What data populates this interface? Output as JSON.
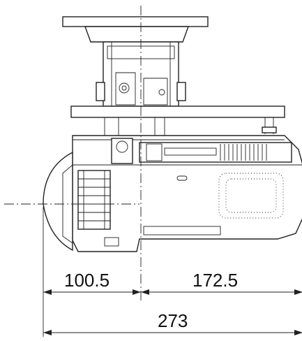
{
  "dimensions": {
    "left_width": "100.5",
    "right_width": "172.5",
    "total_width": "273"
  }
}
